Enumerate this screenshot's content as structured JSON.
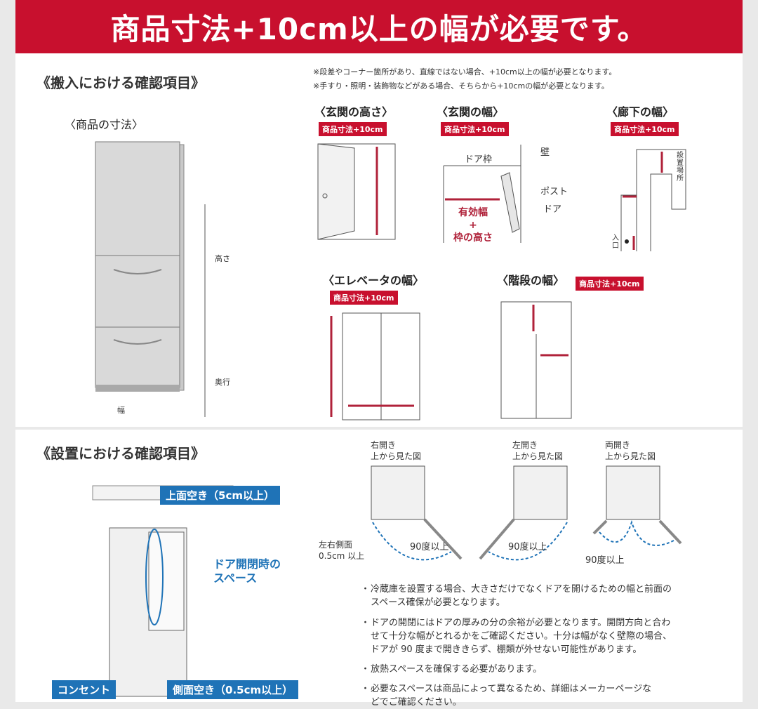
{
  "header": {
    "title": "商品寸法+10cm以上の幅が必要です。"
  },
  "delivery": {
    "title": "《搬入における確認項目》",
    "notes": [
      "※段差やコーナー箇所があり、直線ではない場合、+10cm以上の幅が必要となります。",
      "※手すり・照明・装飾物などがある場合、そちらから+10cmの幅が必要となります。"
    ],
    "product_dims": {
      "title": "〈商品の寸法〉",
      "height_label": "高さ",
      "depth_label": "奥行",
      "width_label": "幅"
    },
    "entrance_height": {
      "title": "〈玄関の高さ〉",
      "tag": "商品寸法+10cm"
    },
    "entrance_width": {
      "title": "〈玄関の幅〉",
      "tag": "商品寸法+10cm",
      "door_frame": "ドア枠",
      "wall": "壁",
      "post": "ポスト",
      "door": "ドア",
      "effective_width_1": "有効幅",
      "effective_width_2": "+",
      "effective_width_3": "枠の高さ"
    },
    "hallway_width": {
      "title": "〈廊下の幅〉",
      "tag": "商品寸法+10cm",
      "install_place": "設置場所",
      "entrance": "入口"
    },
    "elevator_width": {
      "title": "〈エレベータの幅〉",
      "tag": "商品寸法+10cm"
    },
    "stairs_width": {
      "title": "〈階段の幅〉",
      "tag": "商品寸法+10cm"
    }
  },
  "installation": {
    "title": "《設置における確認項目》",
    "top_clearance": "上面空き（5cm以上）",
    "door_space_1": "ドア開閉時の",
    "door_space_2": "スペース",
    "outlet": "コンセント",
    "side_clearance": "側面空き（0.5cm以上）",
    "right_open": {
      "line1": "右開き",
      "line2": "上から見た図",
      "angle": "90度以上"
    },
    "left_open": {
      "line1": "左開き",
      "line2": "上から見た図",
      "angle": "90度以上"
    },
    "double_open": {
      "line1": "両開き",
      "line2": "上から見た図",
      "angle": "90度以上"
    },
    "side_gap_1": "左右側面",
    "side_gap_2": "0.5cm 以上",
    "notes": [
      {
        "l1": "冷蔵庫を設置する場合、大きさだけでなくドアを開けるための幅と前面の",
        "l2": "スペース確保が必要となります。"
      },
      {
        "l1": "ドアの開閉にはドアの厚みの分の余裕が必要となります。開閉方向と合わ",
        "l2": "せて十分な幅がとれるかをご確認ください。十分は幅がなく壁際の場合、",
        "l3": "ドアが 90 度まで開ききらず、棚類が外せない可能性があります。"
      },
      {
        "l1": "放熱スペースを確保する必要があります。"
      },
      {
        "l1": "必要なスペースは商品によって異なるため、詳細はメーカーページな",
        "l2": "どでご確認ください。"
      }
    ]
  },
  "colors": {
    "brand_red": "#c8102e",
    "accent_blue": "#1f73b7",
    "arrow_red": "#b0223a"
  }
}
